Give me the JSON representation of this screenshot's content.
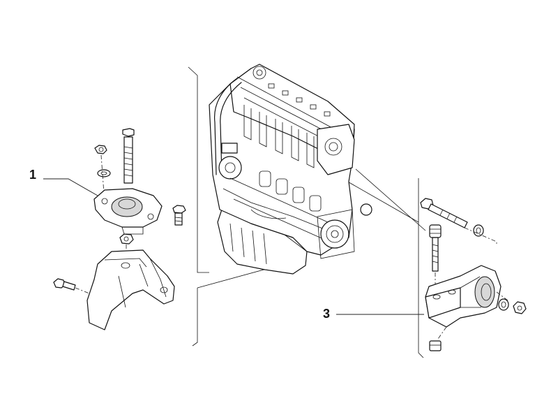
{
  "diagram": {
    "callouts": [
      {
        "id": "1",
        "label": "1"
      },
      {
        "id": "3",
        "label": "3"
      }
    ]
  }
}
